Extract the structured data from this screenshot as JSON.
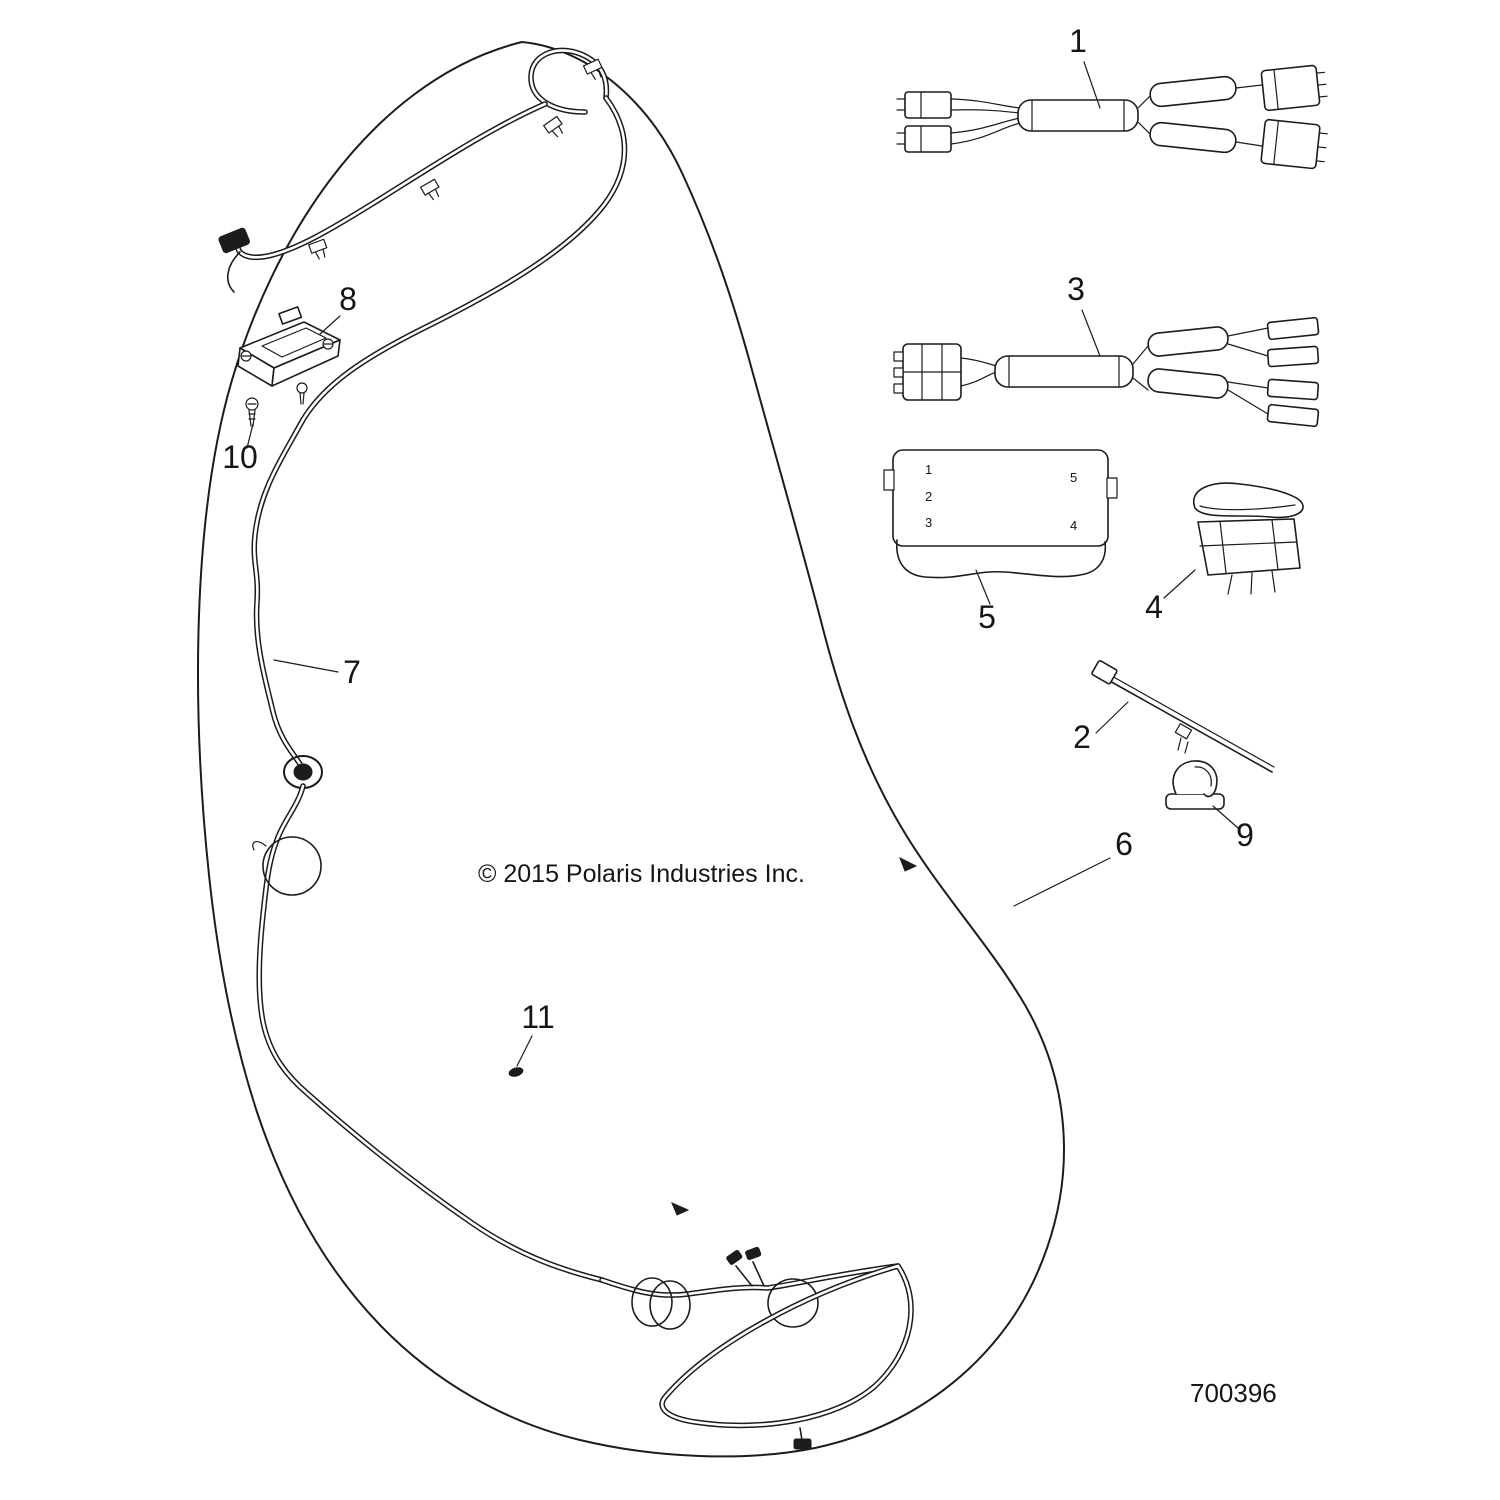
{
  "diagram": {
    "copyright": "© 2015 Polaris Industries Inc.",
    "part_number": "700396"
  },
  "callouts": {
    "1": "1",
    "2": "2",
    "3": "3",
    "4": "4",
    "5": "5",
    "6": "6",
    "7": "7",
    "8": "8",
    "9": "9",
    "10": "10",
    "11": "11"
  },
  "switch_block": {
    "pos_top_left": "1",
    "pos_mid_left": "2",
    "pos_bottom_left": "3",
    "pos_top_right": "5",
    "pos_bottom_right": "4"
  }
}
